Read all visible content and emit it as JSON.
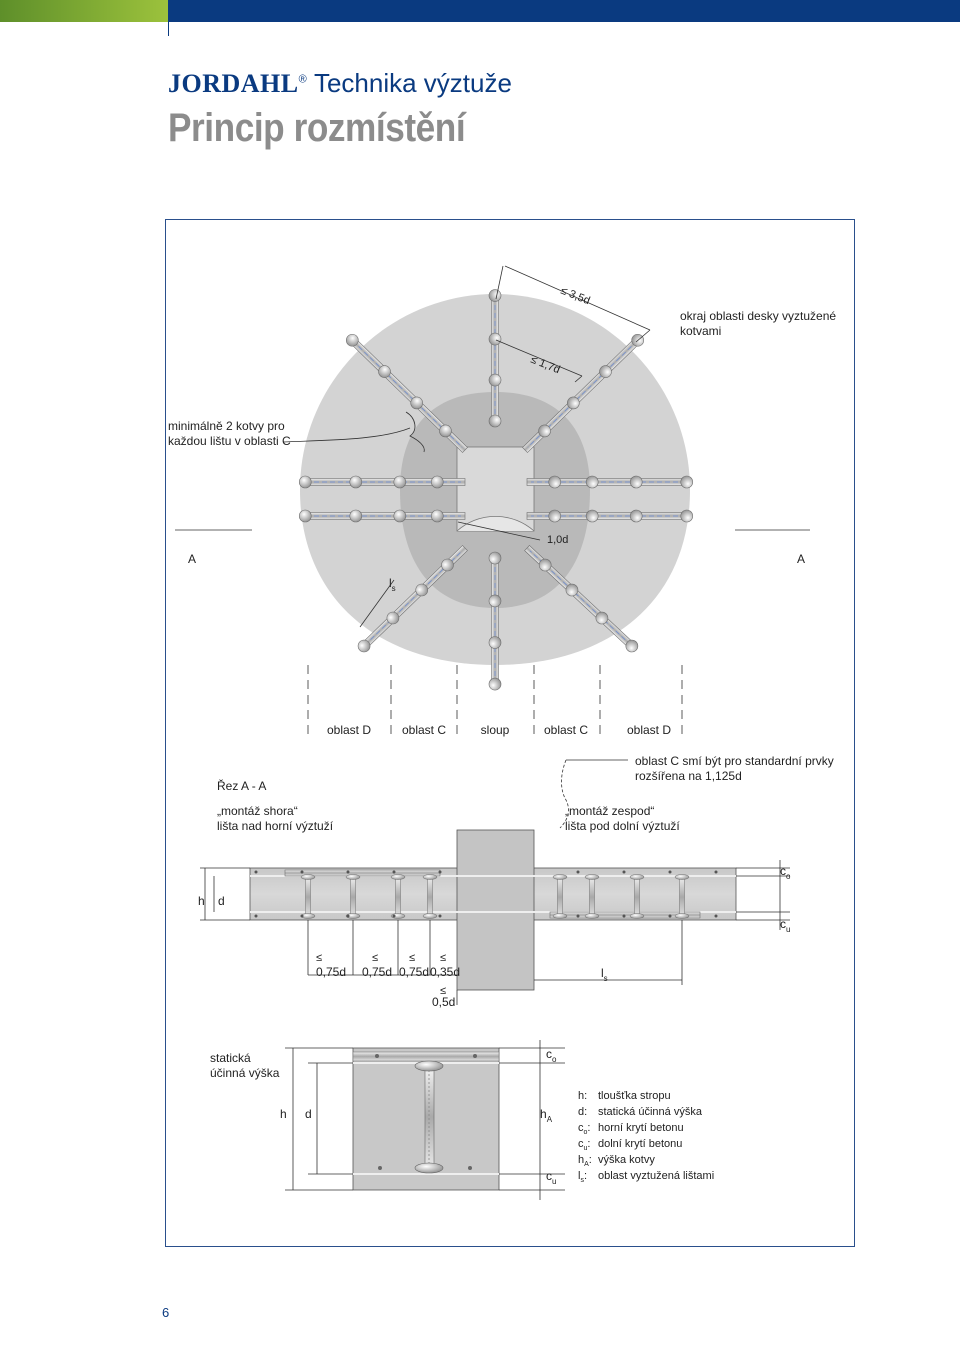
{
  "header": {
    "brand": "JORDAHL",
    "registered_mark": "®",
    "subtitle": "Technika výztuže",
    "title": "Princip rozmístění"
  },
  "plan": {
    "dim_35d": "≤ 3,5d",
    "dim_17d": "≤ 1,7d",
    "dim_10d": "1,0d",
    "edge_note_line1": "okraj oblasti desky vyztužené",
    "edge_note_line2": "kotvami",
    "min_anchors_line1": "minimálně 2 kotvy pro",
    "min_anchors_line2": "každou lištu v oblasti C",
    "section_mark_left": "A",
    "section_mark_right": "A",
    "ls_label": "l",
    "ls_sub": "s"
  },
  "zones": [
    "oblast D",
    "oblast C",
    "sloup",
    "oblast C",
    "oblast D"
  ],
  "section": {
    "title": "Řez A - A",
    "c_extension_line1": "oblast C smí být pro standardní prvky",
    "c_extension_line2": "rozšířena na 1,125d",
    "top_mount_line1": "„montáž shora“",
    "top_mount_line2": "lišta nad horní výztuží",
    "bottom_mount_line1": "„montáž zespod“",
    "bottom_mount_line2": "lišta pod dolní výztuží",
    "h": "h",
    "d": "d",
    "co": "c",
    "co_sub": "o",
    "cu": "c",
    "cu_sub": "u",
    "le": "≤",
    "dims": [
      "0,75d",
      "0,75d",
      "0,75d",
      "0,35d"
    ],
    "dim_05d": "0,5d",
    "ls": "l",
    "ls_sub": "s"
  },
  "detail": {
    "static_line1": "statická",
    "static_line2": "účinná výška",
    "h": "h",
    "d": "d",
    "co": "c",
    "co_sub": "o",
    "ha": "h",
    "ha_sub": "A",
    "cu": "c",
    "cu_sub": "u"
  },
  "legend": [
    {
      "sym": "h",
      "sub": "",
      "text": "tloušťka stropu"
    },
    {
      "sym": "d",
      "sub": "",
      "text": "statická účinná výška"
    },
    {
      "sym": "c",
      "sub": "o",
      "text": "horní krytí betonu"
    },
    {
      "sym": "c",
      "sub": "u",
      "text": "dolní krytí betonu"
    },
    {
      "sym": "h",
      "sub": "A",
      "text": "výška kotvy"
    },
    {
      "sym": "l",
      "sub": "s",
      "text": "oblast vyztužená lištami"
    }
  ],
  "page_number": "6",
  "colors": {
    "brand_blue": "#0a3a80",
    "green": "#8bb535",
    "light_grey": "#d0d0d0",
    "mid_grey": "#b8b8b8"
  }
}
